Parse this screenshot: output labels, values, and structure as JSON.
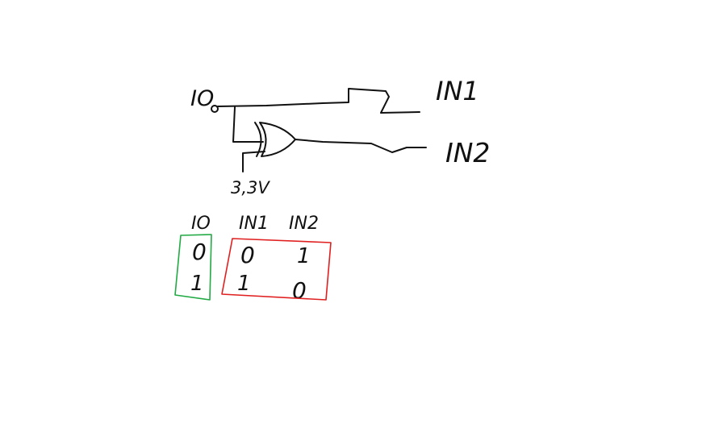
{
  "schematic": {
    "labels": {
      "io": "IO",
      "in1": "IN1",
      "in2": "IN2",
      "supply": "3,3V"
    },
    "gate": "xor-gate"
  },
  "truth_table": {
    "headers": [
      "IO",
      "IN1",
      "IN2"
    ],
    "rows": [
      [
        "0",
        "0",
        "1"
      ],
      [
        "1",
        "1",
        "0"
      ]
    ],
    "highlight_colors": {
      "io_column": "#22aa44",
      "inputs_columns": "#e02020"
    }
  }
}
